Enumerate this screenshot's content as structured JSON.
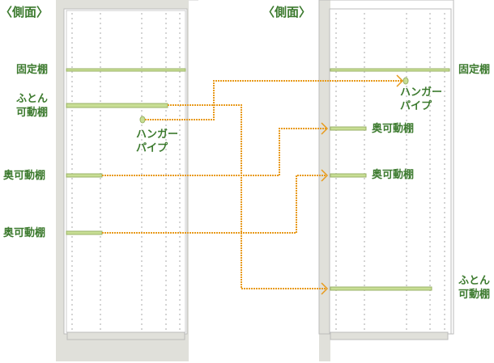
{
  "colors": {
    "label": "#3c7a2e",
    "shelf": "#c8de94",
    "shelf_edge": "#9ab267",
    "arrow": "#e89a1c",
    "panel": "#e0e0da"
  },
  "left": {
    "title": "〈側面〉",
    "fixed": "固定棚",
    "futon_1": "ふとん",
    "futon_2": "可動棚",
    "pipe_1": "ハンガー",
    "pipe_2": "パイプ",
    "back1": "奥可動棚",
    "back2": "奥可動棚"
  },
  "right": {
    "title": "〈側面〉",
    "fixed": "固定棚",
    "pipe_1": "ハンガー",
    "pipe_2": "パイプ",
    "back1": "奥可動棚",
    "back2": "奥可動棚",
    "futon_1": "ふとん",
    "futon_2": "可動棚"
  }
}
